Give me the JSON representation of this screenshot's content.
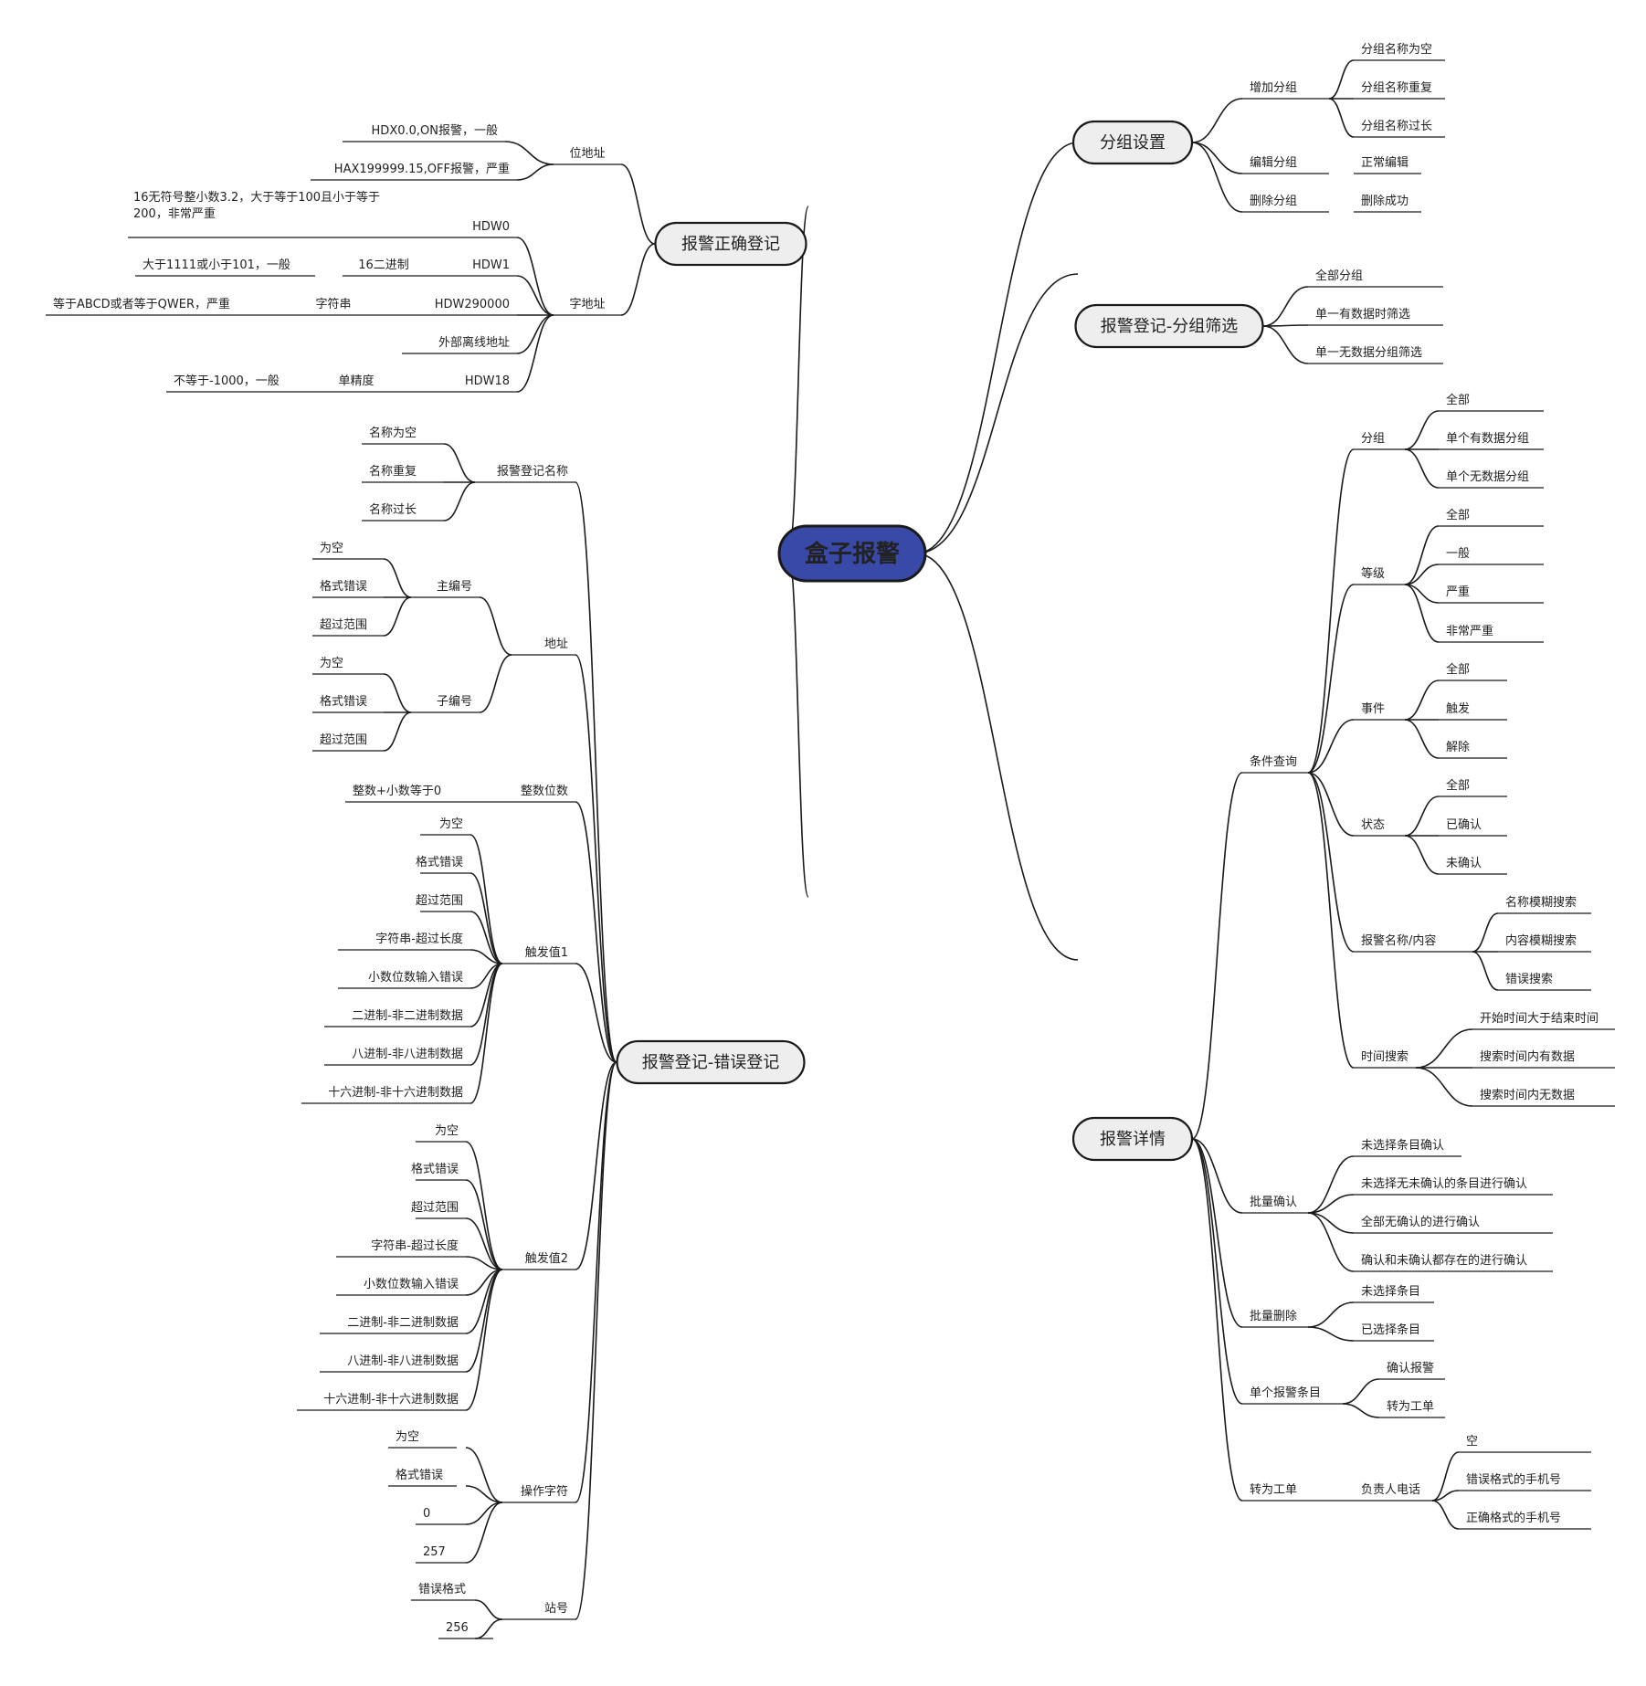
{
  "root": {
    "label": "盒子报警"
  },
  "colors": {
    "root_fill": "#3949a8",
    "node_fill": "#eeeeee",
    "line": "#1a1a1a"
  },
  "branches": {
    "group": {
      "label": "分组设置",
      "add": {
        "label": "增加分组",
        "items": [
          "分组名称为空",
          "分组名称重复",
          "分组名称过长"
        ]
      },
      "edit": {
        "label": "编辑分组",
        "item": "正常编辑"
      },
      "del": {
        "label": "删除分组",
        "item": "删除成功"
      }
    },
    "filter": {
      "label": "报警登记-分组筛选",
      "items": [
        "全部分组",
        "单一有数据时筛选",
        "单一无数据分组筛选"
      ]
    },
    "detail": {
      "label": "报警详情",
      "query": {
        "label": "条件查询",
        "group": {
          "label": "分组",
          "items": [
            "全部",
            "单个有数据分组",
            "单个无数据分组"
          ]
        },
        "level": {
          "label": "等级",
          "items": [
            "全部",
            "一般",
            "严重",
            "非常严重"
          ]
        },
        "event": {
          "label": "事件",
          "items": [
            "全部",
            "触发",
            "解除"
          ]
        },
        "state": {
          "label": "状态",
          "items": [
            "全部",
            "已确认",
            "未确认"
          ]
        },
        "name": {
          "label": "报警名称/内容",
          "items": [
            "名称模糊搜索",
            "内容模糊搜索",
            "错误搜索"
          ]
        },
        "time": {
          "label": "时间搜索",
          "items": [
            "开始时间大于结束时间",
            "搜索时间内有数据",
            "搜索时间内无数据"
          ]
        }
      },
      "batch_confirm": {
        "label": "批量确认",
        "items": [
          "未选择条目确认",
          "未选择无未确认的条目进行确认",
          "全部无确认的进行确认",
          "确认和未确认都存在的进行确认"
        ]
      },
      "batch_delete": {
        "label": "批量删除",
        "items": [
          "未选择条目",
          "已选择条目"
        ]
      },
      "single": {
        "label": "单个报警条目",
        "items": [
          "确认报警",
          "转为工单"
        ]
      },
      "work_order": {
        "label": "转为工单",
        "phone": {
          "label": "负责人电话",
          "items": [
            "空",
            "错误格式的手机号",
            "正确格式的手机号"
          ]
        }
      }
    },
    "correct": {
      "label": "报警正确登记",
      "bit": {
        "label": "位地址",
        "items": [
          "HDX0.0,ON报警，一般",
          "HAX199999.15,OFF报警，严重"
        ]
      },
      "word": {
        "label": "字地址",
        "rows": [
          {
            "addr": "HDW0",
            "desc": "16无符号整小数3.2，大于等于100且小于等于",
            "desc2": "200，非常严重"
          },
          {
            "addr": "HDW1",
            "type": "16二进制",
            "desc": "大于1111或小于101，一般"
          },
          {
            "addr": "HDW290000",
            "type": "字符串",
            "desc": "等于ABCD或者等于QWER，严重"
          },
          {
            "addr": "外部离线地址"
          },
          {
            "addr": "HDW18",
            "type": "单精度",
            "desc": "不等于-1000，一般"
          }
        ]
      }
    },
    "error": {
      "label": "报警登记-错误登记",
      "name": {
        "label": "报警登记名称",
        "items": [
          "名称为空",
          "名称重复",
          "名称过长"
        ]
      },
      "address": {
        "label": "地址",
        "main": {
          "label": "主编号",
          "items": [
            "为空",
            "格式错误",
            "超过范围"
          ]
        },
        "sub": {
          "label": "子编号",
          "items": [
            "为空",
            "格式错误",
            "超过范围"
          ]
        }
      },
      "digits": {
        "label": "整数位数",
        "item": "整数+小数等于0"
      },
      "trig1": {
        "label": "触发值1",
        "items": [
          "为空",
          "格式错误",
          "超过范围",
          "字符串-超过长度",
          "小数位数输入错误",
          "二进制-非二进制数据",
          "八进制-非八进制数据",
          "十六进制-非十六进制数据"
        ]
      },
      "trig2": {
        "label": "触发值2",
        "items": [
          "为空",
          "格式错误",
          "超过范围",
          "字符串-超过长度",
          "小数位数输入错误",
          "二进制-非二进制数据",
          "八进制-非八进制数据",
          "十六进制-非十六进制数据"
        ]
      },
      "op": {
        "label": "操作字符",
        "items": [
          "为空",
          "格式错误",
          "0",
          "257"
        ]
      },
      "station": {
        "label": "站号",
        "items": [
          "错误格式",
          "256"
        ]
      }
    }
  }
}
